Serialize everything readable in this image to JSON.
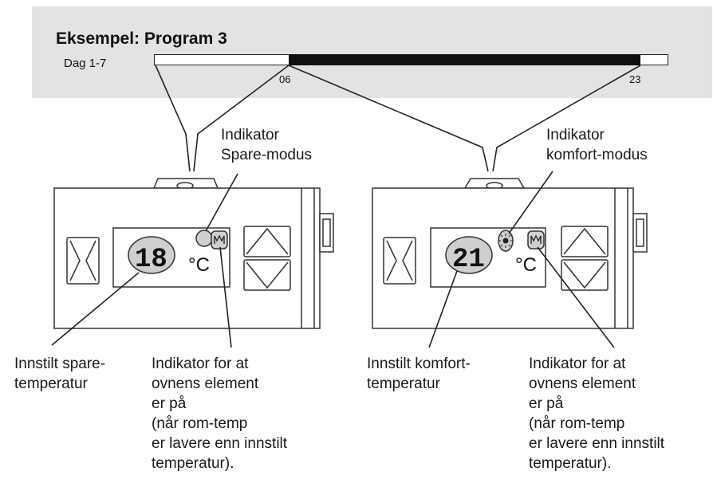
{
  "header": {
    "title": "Eksempel: Program 3",
    "day_label": "Dag 1-7",
    "tick_start": "06",
    "tick_end": "23"
  },
  "left_panel": {
    "temperature": "18",
    "unit": "°C",
    "top_callout": "Indikator\nSpare-modus",
    "temp_callout": "Innstilt spare-\ntemperatur",
    "element_callout": "Indikator for at\novnens element\ner på\n(når rom-temp\ner lavere enn innstilt\ntemperatur)."
  },
  "right_panel": {
    "temperature": "21",
    "unit": "°C",
    "top_callout": "Indikator\nkomfort-modus",
    "temp_callout": "Innstilt komfort-\ntemperatur",
    "element_callout": "Indikator for at\novnens element\ner på\n(når rom-temp\ner lavere enn innstilt\ntemperatur)."
  },
  "colors": {
    "banner": "#e3e3e3",
    "timeline_active": "#111111",
    "display_bg": "#cfcfcf"
  },
  "icons": [
    "moon-icon",
    "sun-icon",
    "heating-element-icon",
    "arrow-up-button-icon",
    "arrow-down-button-icon",
    "arrow-left-button-icon"
  ]
}
